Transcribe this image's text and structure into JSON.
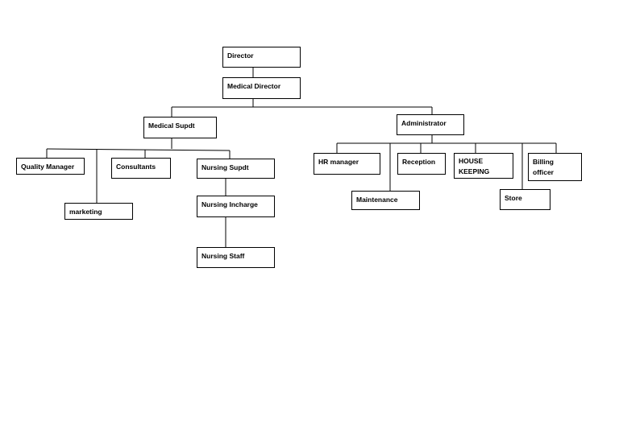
{
  "org_chart": {
    "director": "Director",
    "medical_director": "Medical  Director",
    "medical_supdt": "Medical Supdt",
    "administrator": "Administrator",
    "quality_manager": "Quality Manager",
    "marketing": "marketing",
    "consultants": "Consultants",
    "nursing_supdt": "Nursing Supdt",
    "nursing_incharge": "Nursing Incharge",
    "nursing_staff": "Nursing Staff",
    "hr_manager": "HR manager",
    "maintenance": "Maintenance",
    "reception": "Reception",
    "house_keeping": "HOUSE KEEPING",
    "store": "Store",
    "billing_officer": "Billing officer"
  }
}
